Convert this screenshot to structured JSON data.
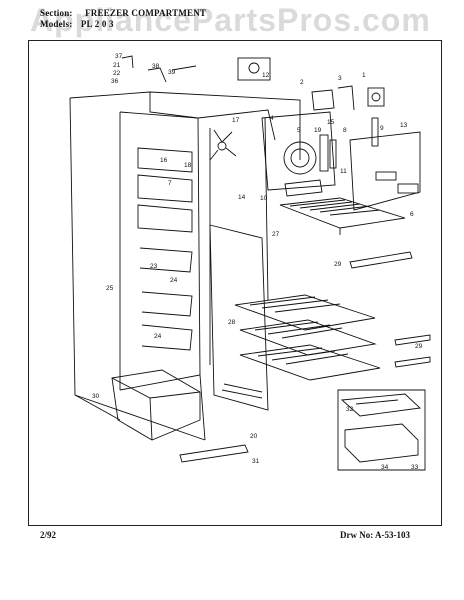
{
  "header": {
    "section_label": "Section:",
    "section_value": "FREEZER COMPARTMENT",
    "models_label": "Models:",
    "models_value": "PL 2 0 3"
  },
  "watermark": "AppliancePartsPros.com",
  "footer": {
    "date": "2/92",
    "drawing": "Drw No: A-53-103"
  },
  "callouts": [
    "37",
    "21",
    "22",
    "36",
    "38",
    "39",
    "12",
    "2",
    "3",
    "1",
    "4",
    "5",
    "17",
    "19",
    "15",
    "8",
    "9",
    "13",
    "16",
    "18",
    "7",
    "14",
    "10",
    "11",
    "6",
    "27",
    "29",
    "23",
    "24",
    "25",
    "28",
    "29",
    "24",
    "30",
    "20",
    "32",
    "34",
    "33",
    "31"
  ]
}
